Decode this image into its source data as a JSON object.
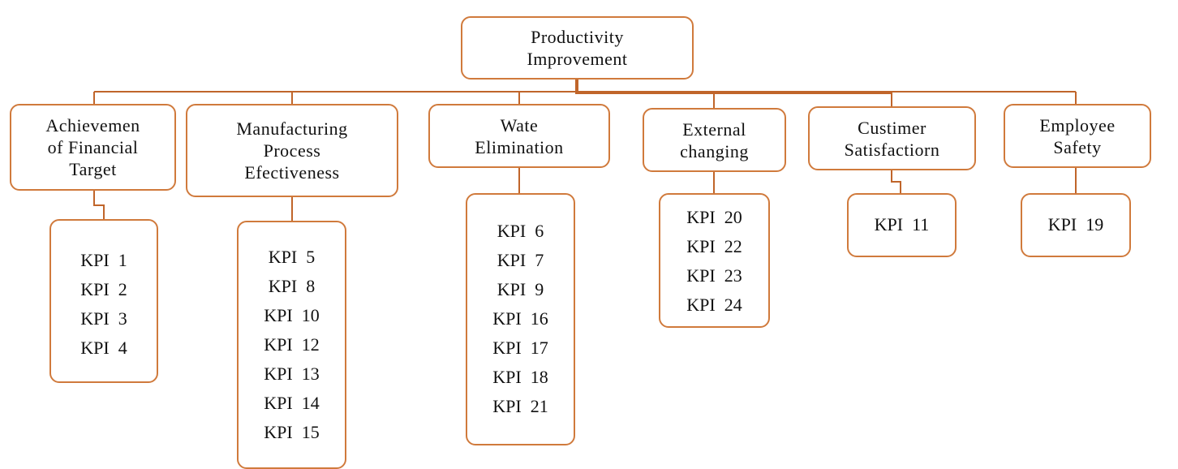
{
  "diagram": {
    "type": "hierarchy-tree",
    "colors": {
      "border": "#d07a3c",
      "connector": "#c0652a",
      "text": "#111111",
      "background": "#ffffff"
    },
    "root": {
      "label": "Productivity\nImprovement"
    },
    "categories": [
      {
        "label": "Achievemen\nof Financial\nTarget",
        "kpis": [
          "KPI  1",
          "KPI  2",
          "KPI  3",
          "KPI  4"
        ]
      },
      {
        "label": "Manufacturing\nProcess\nEfectiveness",
        "kpis": [
          "KPI  5",
          "KPI  8",
          "KPI  10",
          "KPI  12",
          "KPI  13",
          "KPI  14",
          "KPI  15"
        ]
      },
      {
        "label": "Wate\nElimination",
        "kpis": [
          "KPI  6",
          "KPI  7",
          "KPI  9",
          "KPI  16",
          "KPI  17",
          "KPI  18",
          "KPI  21"
        ]
      },
      {
        "label": "External\nchanging",
        "kpis": [
          "KPI  20",
          "KPI  22",
          "KPI  23",
          "KPI  24"
        ]
      },
      {
        "label": "Custimer\nSatisfactiorn",
        "kpis": [
          "KPI  11"
        ]
      },
      {
        "label": "Employee\nSafety",
        "kpis": [
          "KPI  19"
        ]
      }
    ]
  }
}
